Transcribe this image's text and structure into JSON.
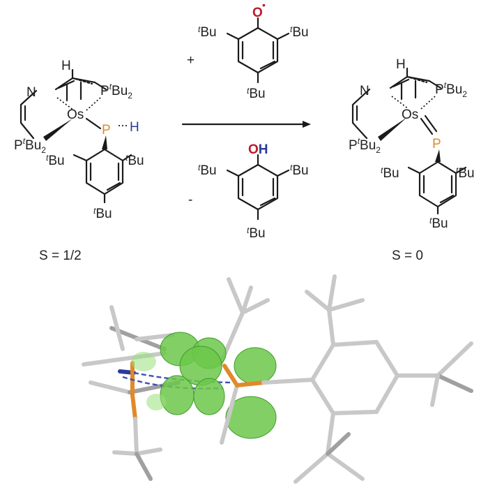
{
  "scheme": {
    "reactant": {
      "ring_atoms": {
        "n": "N",
        "os": "Os",
        "h_top": "H",
        "p_top_label": "P",
        "p_bot_label": "P"
      },
      "pbu2_top": {
        "sup": "t",
        "base": "Bu",
        "sub": "2"
      },
      "pbu2_bot": {
        "sup": "t",
        "base": "Bu",
        "sub": "2"
      },
      "phosphide": {
        "p": "P",
        "h": "H"
      },
      "aryl": {
        "left": "Bu",
        "right": "Bu",
        "bottom": "Bu",
        "sup": "t"
      },
      "spin": "S = 1/2"
    },
    "arrow": {
      "plus_sign": "+",
      "minus_sign": "-",
      "reagent_in": {
        "o": "O",
        "radical": "•",
        "tbu_sup": "t",
        "tbu": "Bu"
      },
      "reagent_out": {
        "oh_o": "O",
        "oh_h": "H",
        "tbu_sup": "t",
        "tbu": "Bu"
      }
    },
    "product": {
      "ring_atoms": {
        "n": "N",
        "os": "Os",
        "h_top": "H"
      },
      "pbu2_top": {
        "sup": "t",
        "base": "Bu",
        "sub": "2"
      },
      "pbu2_bot": {
        "sup": "t",
        "base": "Bu",
        "sub": "2"
      },
      "phosphinidene": {
        "p": "P"
      },
      "aryl": {
        "left": "Bu",
        "right": "Bu",
        "bottom": "Bu",
        "sup": "t"
      },
      "spin": "S = 0"
    }
  },
  "colors": {
    "ink": "#1a1a1a",
    "phosphorus": "#e08a28",
    "oxygen": "#c0182a",
    "hydrogen_highlight": "#2b3a9a",
    "spin_density": "#6cc84a",
    "stick_gray": "#c8c8c8"
  }
}
